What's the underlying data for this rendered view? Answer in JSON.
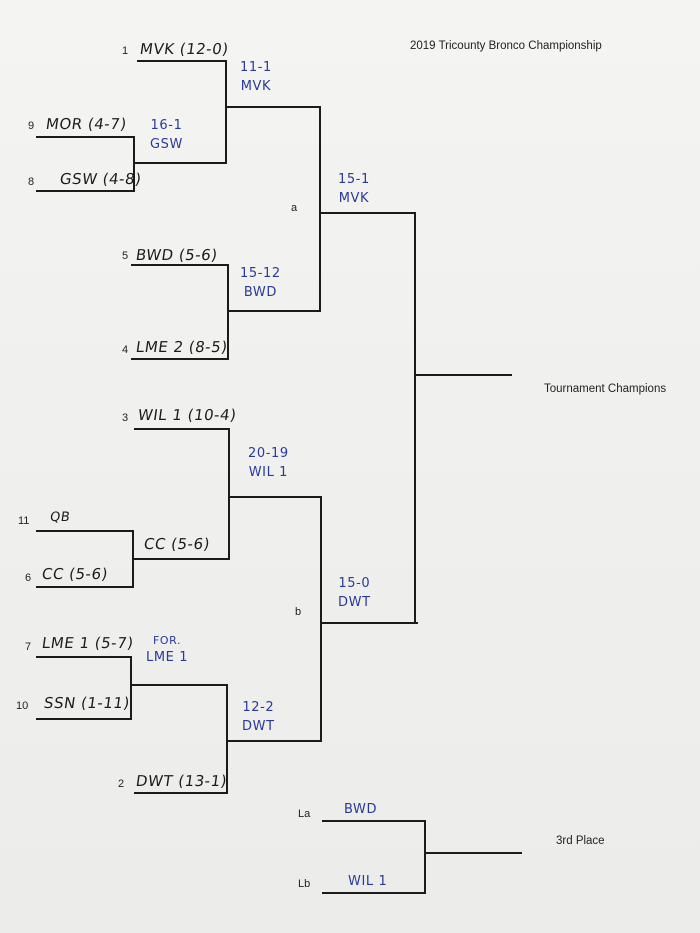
{
  "title": "2019 Tricounty Bronco Championship",
  "champion_label": "Tournament Champions",
  "third_place_label": "3rd Place",
  "node_labels": {
    "a": "a",
    "b": "b",
    "la": "La",
    "lb": "Lb"
  },
  "seeds": [
    {
      "seed": "1",
      "team": "MVK (12-0)"
    },
    {
      "seed": "9",
      "team": "MOR (4-7)"
    },
    {
      "seed": "8",
      "team": "GSW (4-8)"
    },
    {
      "seed": "5",
      "team": "BWD (5-6)"
    },
    {
      "seed": "4",
      "team": "LME 2 (8-5)"
    },
    {
      "seed": "3",
      "team": "WIL 1 (10-4)"
    },
    {
      "seed": "11",
      "team": "QB"
    },
    {
      "seed": "6",
      "team": "CC (5-6)"
    },
    {
      "seed": "7",
      "team": "LME 1 (5-7)"
    },
    {
      "seed": "10",
      "team": "SSN (1-11)"
    },
    {
      "seed": "2",
      "team": "DWT (13-1)"
    }
  ],
  "results": {
    "r1_top": {
      "score": "16-1",
      "winner": "GSW"
    },
    "r1_mid": {
      "team": "CC (5-6)"
    },
    "r1_bot": {
      "score": "FOR.",
      "winner": "LME 1"
    },
    "qf1": {
      "score": "11-1",
      "winner": "MVK"
    },
    "qf2": {
      "score": "15-12",
      "winner": "BWD"
    },
    "qf3": {
      "score": "20-19",
      "winner": "WIL 1"
    },
    "qf4": {
      "score": "12-2",
      "winner": "DWT"
    },
    "sf1": {
      "score": "15-1",
      "winner": "MVK"
    },
    "sf2": {
      "score": "15-0",
      "winner": "DWT"
    },
    "third_a": "BWD",
    "third_b": "WIL 1"
  }
}
